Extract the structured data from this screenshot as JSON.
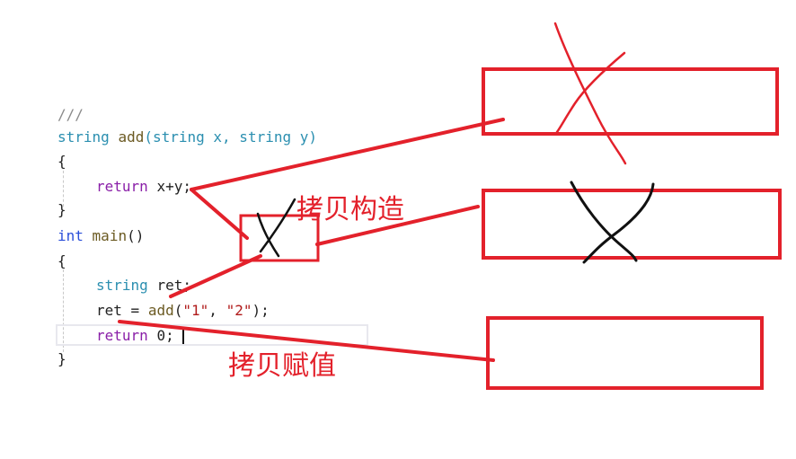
{
  "code": {
    "comment_partial": "///",
    "add_sig": {
      "ret_type": "string",
      "name": "add",
      "params": "(string x, string y)"
    },
    "open_brace_1": "{",
    "return_kw": "return",
    "return_expr": "x+y;",
    "close_brace_1": "}",
    "main_sig": {
      "ret_type": "int",
      "name": "main",
      "params": "()"
    },
    "open_brace_2": "{",
    "decl": {
      "type": "string",
      "var": "ret;"
    },
    "assign": {
      "var": "ret",
      "op": "=",
      "call": "add",
      "arg1": "\"1\"",
      "sep": ",",
      "arg2": "\"2\"",
      "end": ");"
    },
    "return2": {
      "kw": "return",
      "value": "0;"
    },
    "close_brace_2": "}"
  },
  "annotations": {
    "copy_construct": "拷贝构造",
    "copy_assign": "拷贝赋值"
  },
  "colors": {
    "annotation_red": "#e3212b",
    "cross_black": "#111111"
  }
}
